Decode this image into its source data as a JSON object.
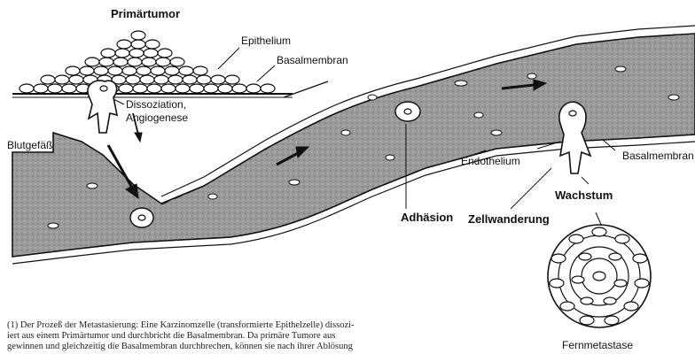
{
  "labels": {
    "primary_tumor": "Primärtumor",
    "epithelium": "Epithelium",
    "basement_membrane_top": "Basalmembran",
    "dissociation": "Dissoziation,",
    "angiogenesis": "Angiogenese",
    "blood_vessel": "Blutgefäß",
    "adhesion": "Adhäsion",
    "endothelium": "Endothelium",
    "basement_membrane_right": "Basalmembran",
    "growth": "Wachstum",
    "cell_migration": "Zellwanderung",
    "distant_metastasis": "Fernmetastase"
  },
  "caption": {
    "line1": "(1) Der Prozeß der Metastasierung: Eine Karzinomzelle (transformierte Epithelzelle) dissozi-",
    "line2": "iert aus einem Primärtumor und durchbricht die Basalmembran. Da primäre Tumore aus",
    "line3": "gewinnen und gleichzeitig die Basalmembran durchbrechen, können sie nach ihrer Ablösung"
  }
}
